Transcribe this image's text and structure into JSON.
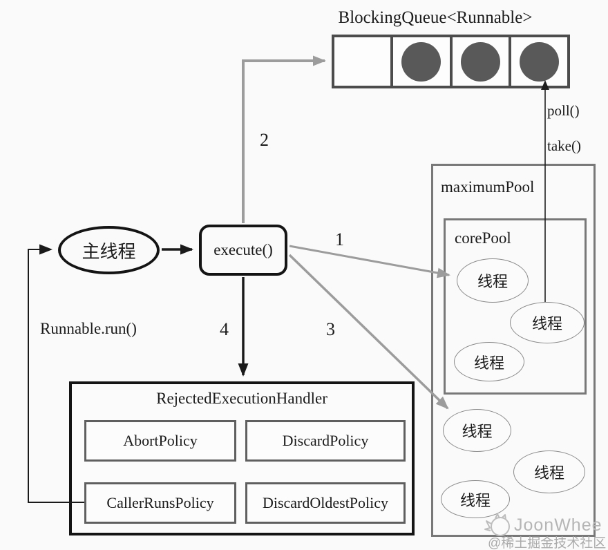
{
  "diagram": {
    "blocking_queue": {
      "title": "BlockingQueue<Runnable>",
      "cells": [
        {
          "filled": false
        },
        {
          "filled": true
        },
        {
          "filled": true
        },
        {
          "filled": true
        }
      ]
    },
    "queue_methods": {
      "poll": "poll()",
      "take": "take()"
    },
    "main_thread": {
      "label": "主线程"
    },
    "execute": {
      "label": "execute()"
    },
    "runnable_run": {
      "label": "Runnable.run()"
    },
    "steps": {
      "s1": "1",
      "s2": "2",
      "s3": "3",
      "s4": "4"
    },
    "maximum_pool": {
      "label": "maximumPool",
      "threads": [
        {
          "label": "线程"
        },
        {
          "label": "线程"
        },
        {
          "label": "线程"
        }
      ]
    },
    "core_pool": {
      "label": "corePool",
      "threads": [
        {
          "label": "线程"
        },
        {
          "label": "线程"
        },
        {
          "label": "线程"
        }
      ]
    },
    "rejected_execution_handler": {
      "title": "RejectedExecutionHandler",
      "policies": [
        {
          "label": "AbortPolicy"
        },
        {
          "label": "DiscardPolicy"
        },
        {
          "label": "CallerRunsPolicy"
        },
        {
          "label": "DiscardOldestPolicy"
        }
      ]
    },
    "watermark": {
      "author": "JoonWhee",
      "community": "@稀土掘金技术社区"
    },
    "colors": {
      "black_line": "#1a1a1a",
      "gray_arrow": "#9c9c9c",
      "gray_border": "#787878",
      "task_dot_fill": "#595959",
      "watermark_gray": "#b5b5b5"
    }
  }
}
